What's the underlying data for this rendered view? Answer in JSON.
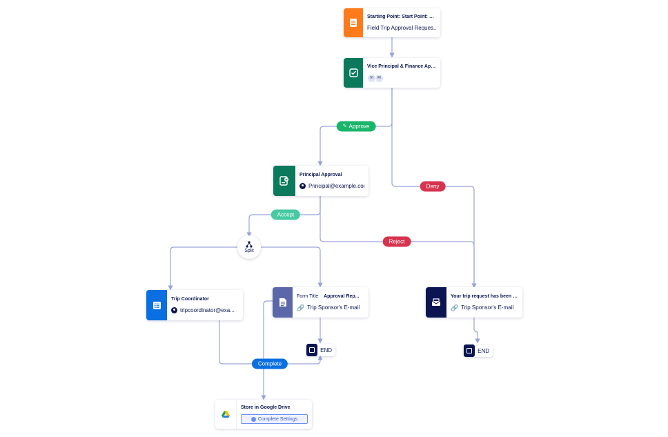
{
  "nodes": {
    "start": {
      "title": "Starting Point: Start Point: Fi...",
      "subtitle": "Field Trip Approval Reques...",
      "color": "#ff7a1a",
      "icon": "form-document-icon"
    },
    "vp_finance": {
      "title": "Vice Principal & Finance App...",
      "avatars": [
        "VI",
        "FI"
      ],
      "color": "#0b7a5c",
      "icon": "approval-form-icon"
    },
    "principal": {
      "title": "Principal Approval",
      "subtitle": "Principal@example.com",
      "color": "#0b7a5c",
      "icon": "approval-check-icon"
    },
    "coordinator": {
      "title": "Trip Coordinator",
      "subtitle": "tripcoordinator@exa...",
      "color": "#0a6fe0",
      "icon": "list-form-icon"
    },
    "form_sponsor": {
      "title_a": "Form Title",
      "title_b": "Approval Rep...",
      "subtitle": "Trip Sponsor's E-mail",
      "color": "#5a67a8",
      "icon": "pdf-document-icon"
    },
    "denied_email": {
      "title": "Your trip request has been de...",
      "subtitle": "Trip Sponsor's E-mail",
      "color": "#0a1551",
      "icon": "email-icon"
    },
    "drive": {
      "title": "Store in Google Drive",
      "button": "Complete Settings",
      "icon": "google-drive-icon"
    }
  },
  "labels": {
    "approve": "Approve",
    "deny": "Deny",
    "accept": "Accept",
    "reject": "Reject",
    "complete": "Complete",
    "split": "Split",
    "end": "END"
  },
  "colors": {
    "approve": "#19b56b",
    "deny": "#d7334f",
    "accept": "#47c9a2",
    "reject": "#d7334f",
    "complete": "#0a6fe0",
    "edge": "#9aa3d6"
  }
}
